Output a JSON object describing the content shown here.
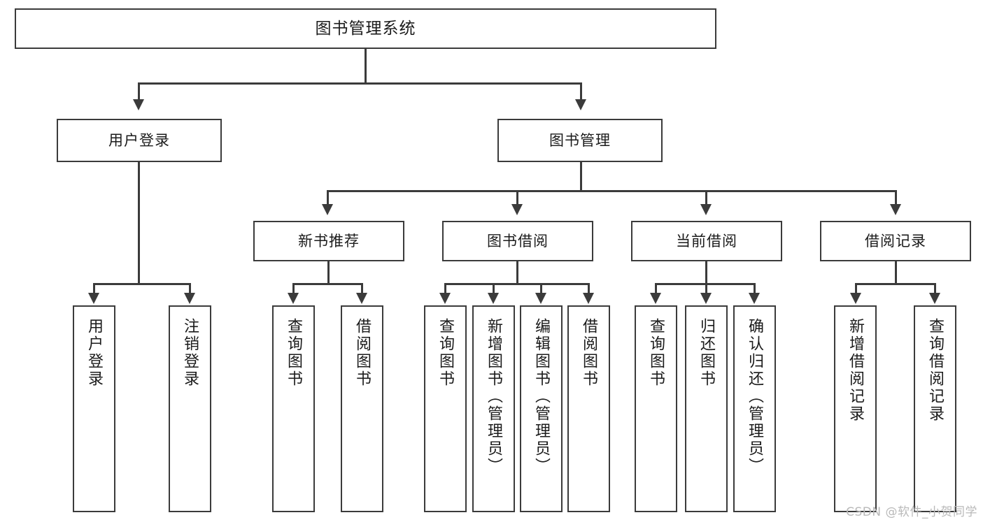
{
  "diagram": {
    "title": "图书管理系统",
    "type": "tree",
    "watermark": "CSDN @软件_小贺同学",
    "colors": {
      "stroke": "#3b3b3b",
      "fill": "#ffffff",
      "text": "#1b1b1b",
      "watermark": "#b9b9b9"
    }
  },
  "nodes": {
    "root": {
      "label": "图书管理系统"
    },
    "level2": [
      {
        "label": "用户登录"
      },
      {
        "label": "图书管理"
      }
    ],
    "level3": [
      {
        "label": "新书推荐"
      },
      {
        "label": "图书借阅"
      },
      {
        "label": "当前借阅"
      },
      {
        "label": "借阅记录"
      }
    ],
    "leaves": {
      "user_login": [
        {
          "label": "用户登录"
        },
        {
          "label": "注销登录"
        }
      ],
      "new_book_recommend": [
        {
          "label": "查询图书"
        },
        {
          "label": "借阅图书"
        }
      ],
      "book_borrow": [
        {
          "label": "查询图书"
        },
        {
          "label": "新增图书（管理员）"
        },
        {
          "label": "编辑图书（管理员）"
        },
        {
          "label": "借阅图书"
        }
      ],
      "current_borrow": [
        {
          "label": "查询图书"
        },
        {
          "label": "归还图书"
        },
        {
          "label": "确认归还（管理员）"
        }
      ],
      "borrow_record": [
        {
          "label": "新增借阅记录"
        },
        {
          "label": "查询借阅记录"
        }
      ]
    }
  }
}
